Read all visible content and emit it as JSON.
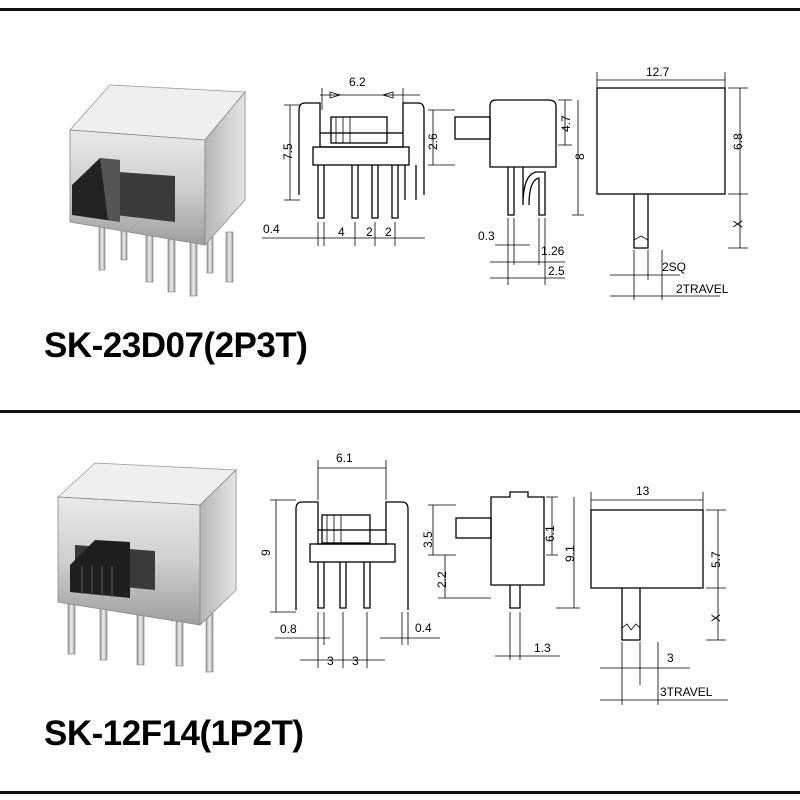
{
  "models": {
    "top": "SK-23D07(2P3T)",
    "bottom": "SK-12F14(1P2T)"
  },
  "dims_top": {
    "front_width": "6.2",
    "front_height": "7.5",
    "pin_thickness": "0.4",
    "pitch_a": "4",
    "pitch_b": "2",
    "pitch_c": "2",
    "side_actuator": "2.6",
    "side_upper": "4.7",
    "side_height": "8",
    "side_pin": "0.3",
    "side_pin_gap": "1.26",
    "side_pin_span": "2.5",
    "top_width": "12.7",
    "top_height": "6.8",
    "top_x": "X",
    "top_knob": "2SQ",
    "top_travel": "2TRAVEL"
  },
  "dims_bottom": {
    "front_width": "6.1",
    "front_height": "9",
    "pin_a": "0.8",
    "pin_b": "0.4",
    "pitch_a": "3",
    "pitch_b": "3",
    "side_actuator": "3.5",
    "side_base": "2.2",
    "side_upper": "6.1",
    "side_height": "9.1",
    "side_pin": "1.3",
    "top_width": "13",
    "top_height": "5.7",
    "top_x": "X",
    "top_knob": "3",
    "top_travel": "3TRAVEL"
  }
}
